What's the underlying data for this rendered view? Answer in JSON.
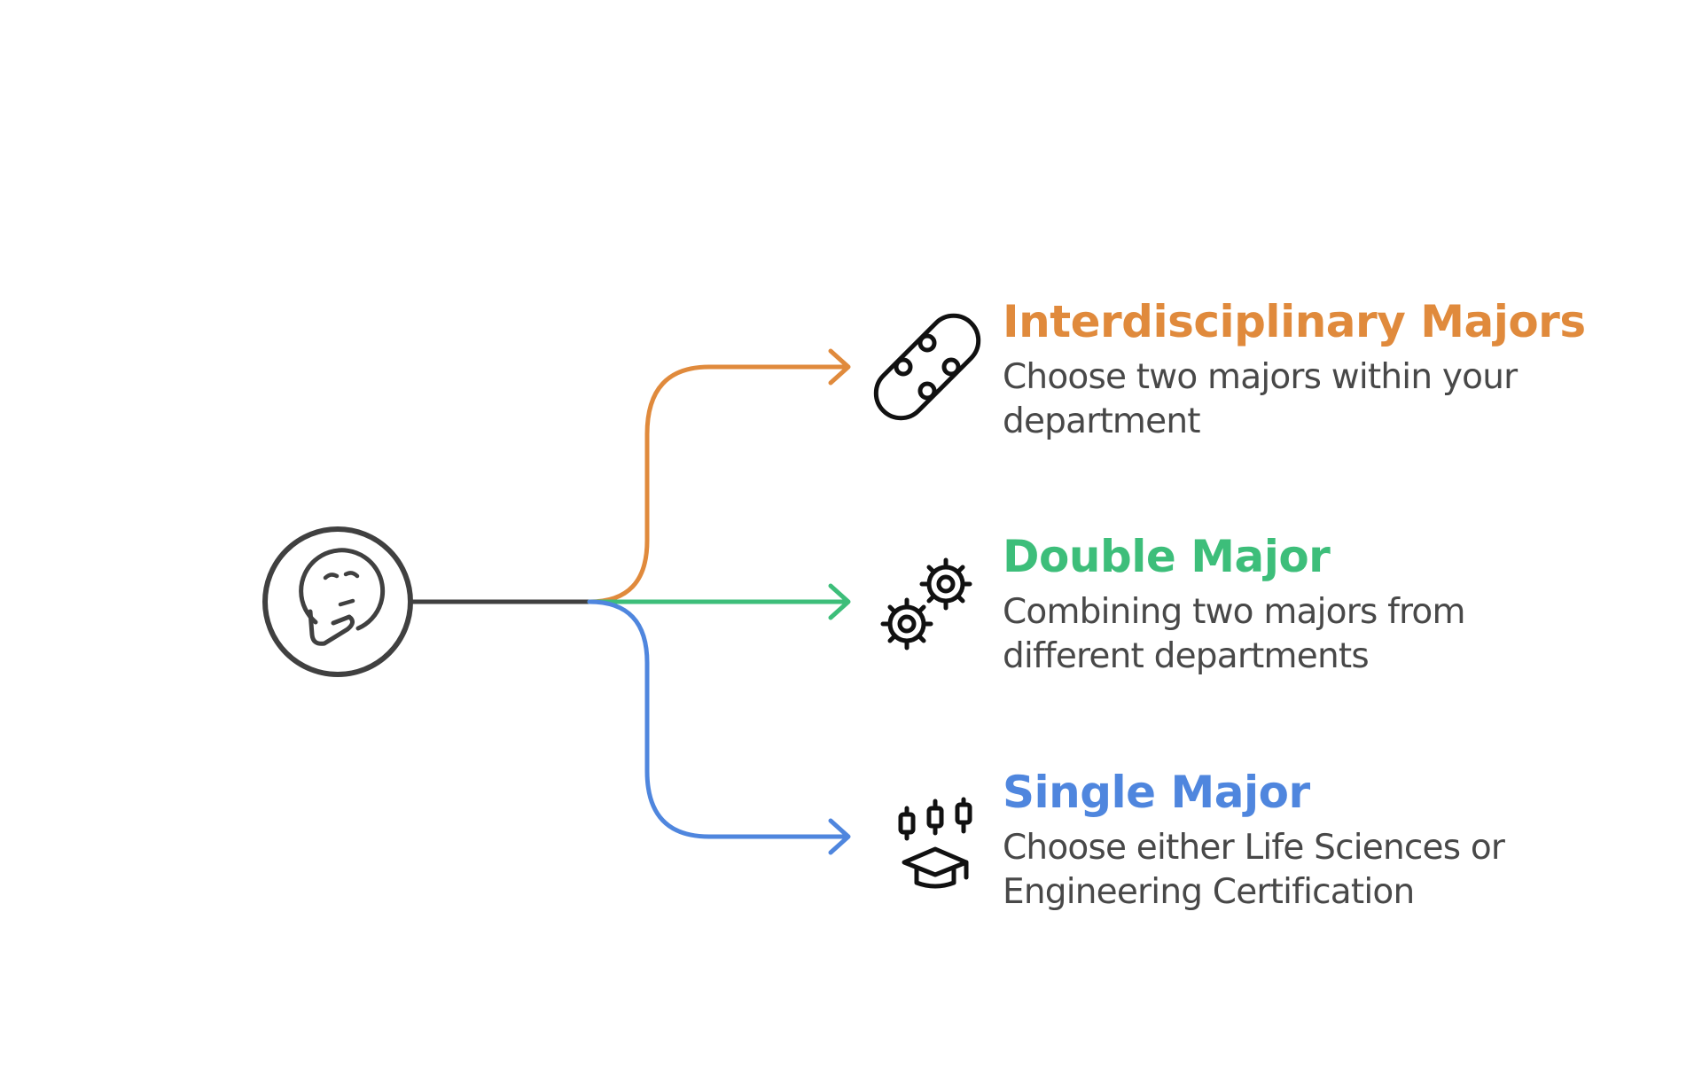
{
  "colors": {
    "trunk": "#404040",
    "orange": "#E08A3C",
    "green": "#3DBE7A",
    "blue": "#4F86DE",
    "text": "#484848"
  },
  "center_icon": "thinking-face-icon",
  "options": [
    {
      "title": "Interdisciplinary Majors",
      "description": "Choose two majors within your department",
      "color": "#E08A3C",
      "icon": "skateboard-icon"
    },
    {
      "title": "Double Major",
      "description": "Combining two majors from different departments",
      "color": "#3DBE7A",
      "icon": "gears-icon"
    },
    {
      "title": "Single Major",
      "description": "Choose either Life Sciences or Engineering Certification",
      "color": "#4F86DE",
      "icon": "graduation-cap-chart-icon"
    }
  ]
}
